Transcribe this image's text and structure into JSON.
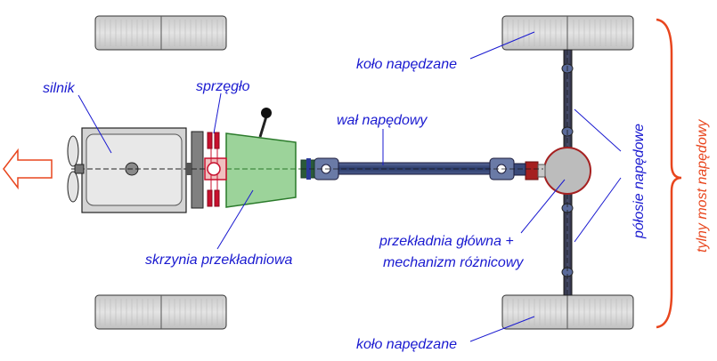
{
  "labels": {
    "engine": "silnik",
    "clutch": "sprzęgło",
    "gearbox": "skrzynia przekładniowa",
    "driveshaft": "wał napędowy",
    "driven_wheel_top": "koło napędzane",
    "driven_wheel_bottom": "koło napędzane",
    "final_drive_line1": "przekładnia główna +",
    "final_drive_line2": "mechanizm różnicowy",
    "half_shafts": "półosie napędowe",
    "rear_axle": "tylny most napędowy"
  },
  "colors": {
    "label_blue": "#1a1ad0",
    "label_red": "#e8461e",
    "leader": "#1a1ad0",
    "tire_fill": "#d8d8d8",
    "engine_fill": "#d4d4d4",
    "gearbox_fill": "#9cd39a",
    "gearbox_stroke": "#2a7a2a",
    "shaft_fill": "#3a4a7a",
    "diff_fill": "#b8b8b8",
    "diff_stroke": "#a52020",
    "clutch_red": "#c8102e",
    "arrow_stroke": "#e8461e"
  }
}
